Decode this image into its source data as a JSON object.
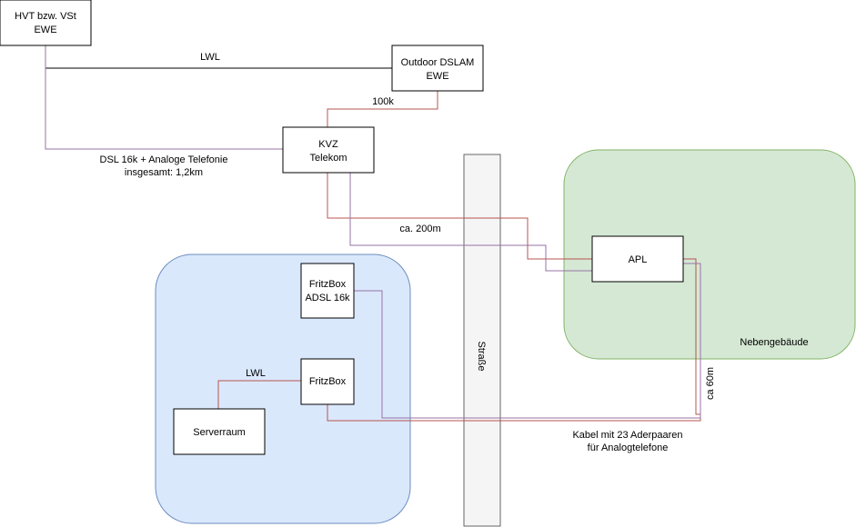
{
  "nodes": {
    "hvt": {
      "line1": "HVT bzw. VSt",
      "line2": "EWE"
    },
    "dslam": {
      "line1": "Outdoor DSLAM",
      "line2": "EWE"
    },
    "kvz": {
      "line1": "KVZ",
      "line2": "Telekom"
    },
    "apl": {
      "label": "APL"
    },
    "fritzbox_adsl": {
      "line1": "FritzBox",
      "line2": "ADSL 16k"
    },
    "fritzbox": {
      "label": "FritzBox"
    },
    "serverraum": {
      "label": "Serverraum"
    },
    "strasse": {
      "label": "Straße"
    },
    "nebengebaeude": {
      "label": "Nebengebäude"
    }
  },
  "edges": {
    "lwl_top": "LWL",
    "k100": "100k",
    "dsl_line1": "DSL 16k + Analoge Telefonie",
    "dsl_line2": "insgesamt: 1,2km",
    "ca200": "ca. 200m",
    "lwl_server": "LWL",
    "ca60": "ca 60m",
    "kabel_line1": "Kabel mit 23 Aderpaaren",
    "kabel_line2": "für Analogtelefone"
  },
  "colors": {
    "fiber": "#000000",
    "dsl_line": "#b85450",
    "phone_line": "#9673a6",
    "house_fill": "#dae8fc",
    "house_stroke": "#6c8ebf",
    "annex_fill": "#d5e8d4",
    "annex_stroke": "#82b366",
    "street_fill": "#f5f5f5",
    "street_stroke": "#666666"
  }
}
